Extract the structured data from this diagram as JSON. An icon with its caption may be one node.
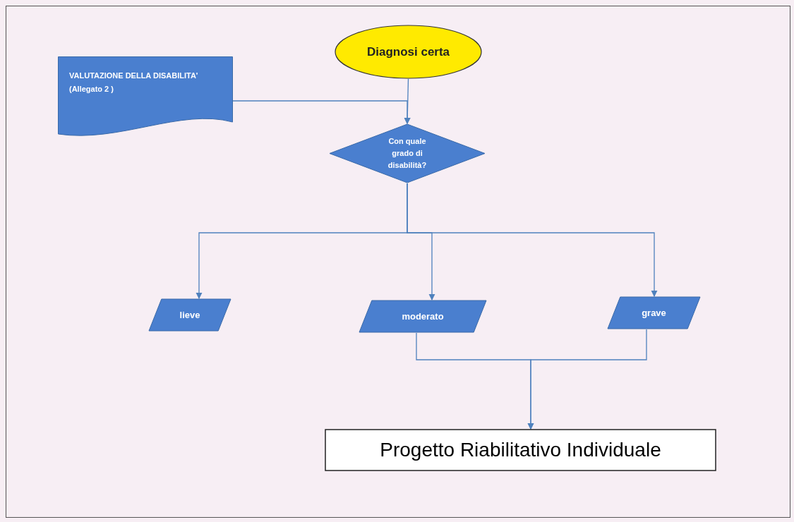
{
  "diagram": {
    "nodes": [
      {
        "text": [
          "VALUTAZIONE DELLA DISABILITA' (Allegato 2 )"
        ]
      },
      {
        "text": [
          "Diagnosi certa"
        ]
      },
      {
        "text": [
          "Con quale grado di disabilità?"
        ]
      },
      {
        "text": [
          "lieve"
        ]
      },
      {
        "text": [
          "moderato"
        ]
      },
      {
        "text": [
          "grave"
        ]
      },
      {
        "text": [
          "Progetto Riabilitativo Individuale"
        ]
      }
    ],
    "edges": [
      {
        "from": 1,
        "to": 2,
        "arrow": "to"
      },
      {
        "from": 0,
        "to": 2,
        "arrow": "to"
      },
      {
        "from": 2,
        "to": 3,
        "arrow": "to"
      },
      {
        "from": 2,
        "to": 4,
        "arrow": "to"
      },
      {
        "from": 2,
        "to": 5,
        "arrow": "to"
      },
      {
        "from": 4,
        "to": 6,
        "arrow": "to"
      },
      {
        "from": 5,
        "to": 6,
        "arrow": "to"
      }
    ]
  }
}
